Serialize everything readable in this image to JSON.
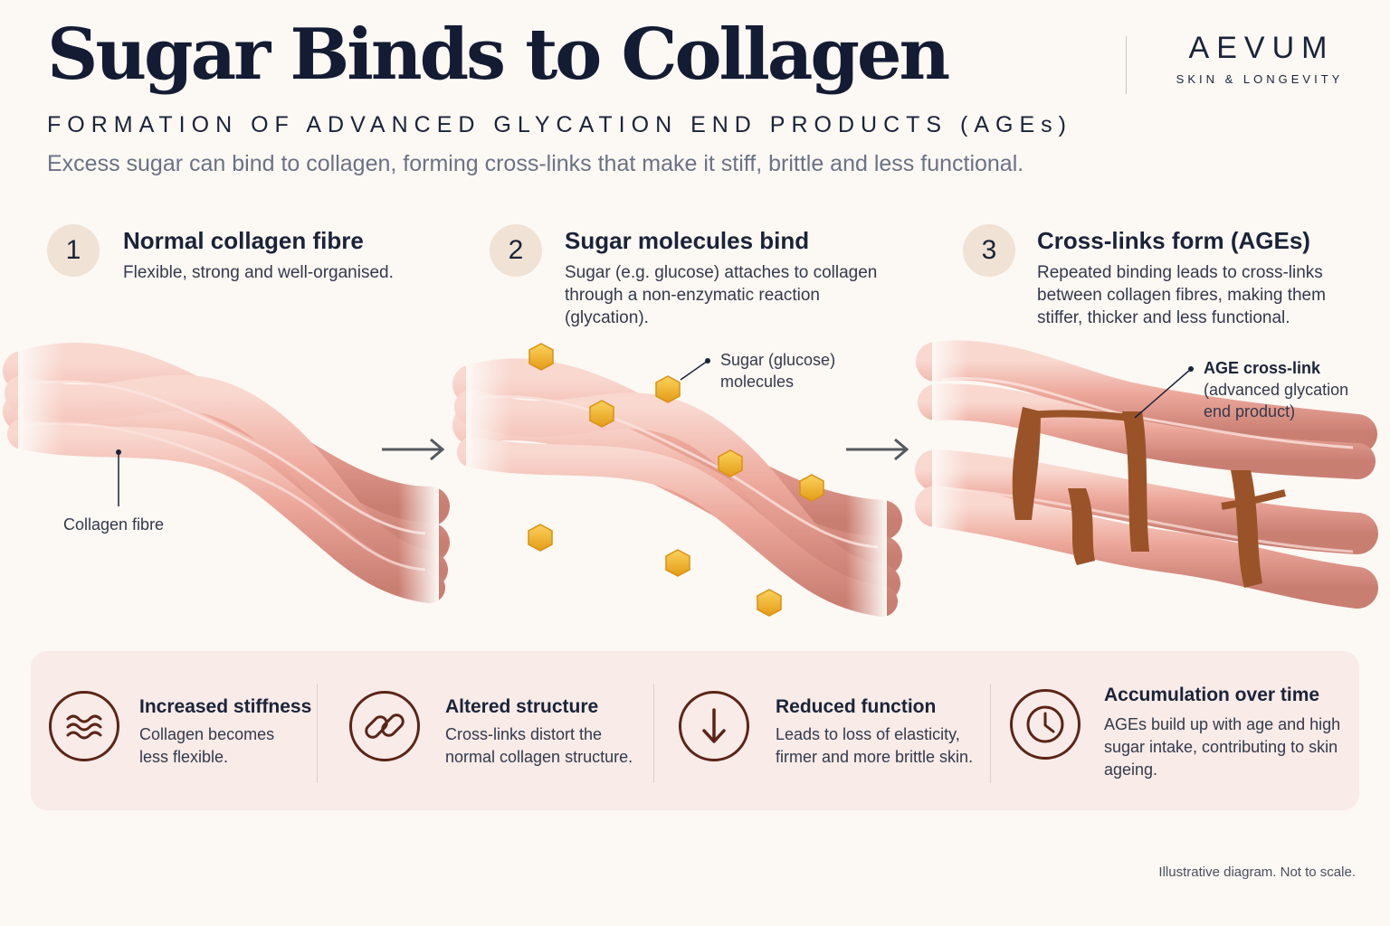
{
  "header": {
    "title": "Sugar Binds to Collagen",
    "subtitle": "FORMATION OF ADVANCED GLYCATION END PRODUCTS (AGEs)",
    "lede": "Excess sugar can bind to collagen, forming cross-links that make it stiff, brittle and less functional."
  },
  "brand": {
    "name": "AEVUM",
    "tagline": "SKIN & LONGEVITY"
  },
  "steps": [
    {
      "number": "1",
      "title": "Normal collagen fibre",
      "text": "Flexible, strong and well-organised.",
      "label": "Collagen fibre"
    },
    {
      "number": "2",
      "title": "Sugar molecules bind",
      "text": "Sugar (e.g. glucose) attaches to collagen through a non-enzymatic reaction (glycation).",
      "label": "Sugar (glucose) molecules"
    },
    {
      "number": "3",
      "title": "Cross-links form (AGEs)",
      "text": "Repeated binding leads to cross-links between collagen fibres, making them stiffer, thicker and less functional.",
      "label_bold": "AGE cross-link",
      "label": "(advanced glycation end product)"
    }
  ],
  "effects": [
    {
      "icon": "waves-icon",
      "title": "Increased stiffness",
      "text": "Collagen becomes less flexible."
    },
    {
      "icon": "chain-link-icon",
      "title": "Altered structure",
      "text": "Cross-links distort the normal collagen structure."
    },
    {
      "icon": "arrow-down-icon",
      "title": "Reduced function",
      "text": "Leads to loss of elasticity, firmer and more brittle skin."
    },
    {
      "icon": "clock-icon",
      "title": "Accumulation over time",
      "text": "AGEs build up with age and high sugar intake, contributing to skin ageing."
    }
  ],
  "footnote": "Illustrative diagram. Not to scale.",
  "colors": {
    "fibre": "#eaa79a",
    "fibre_highlight": "#f9d8d0",
    "fibre_shadow": "#c97e72",
    "glucose": "#f3b730",
    "crosslink": "#9a5328",
    "icon": "#5b2416",
    "panel": "#f8ebe8"
  }
}
